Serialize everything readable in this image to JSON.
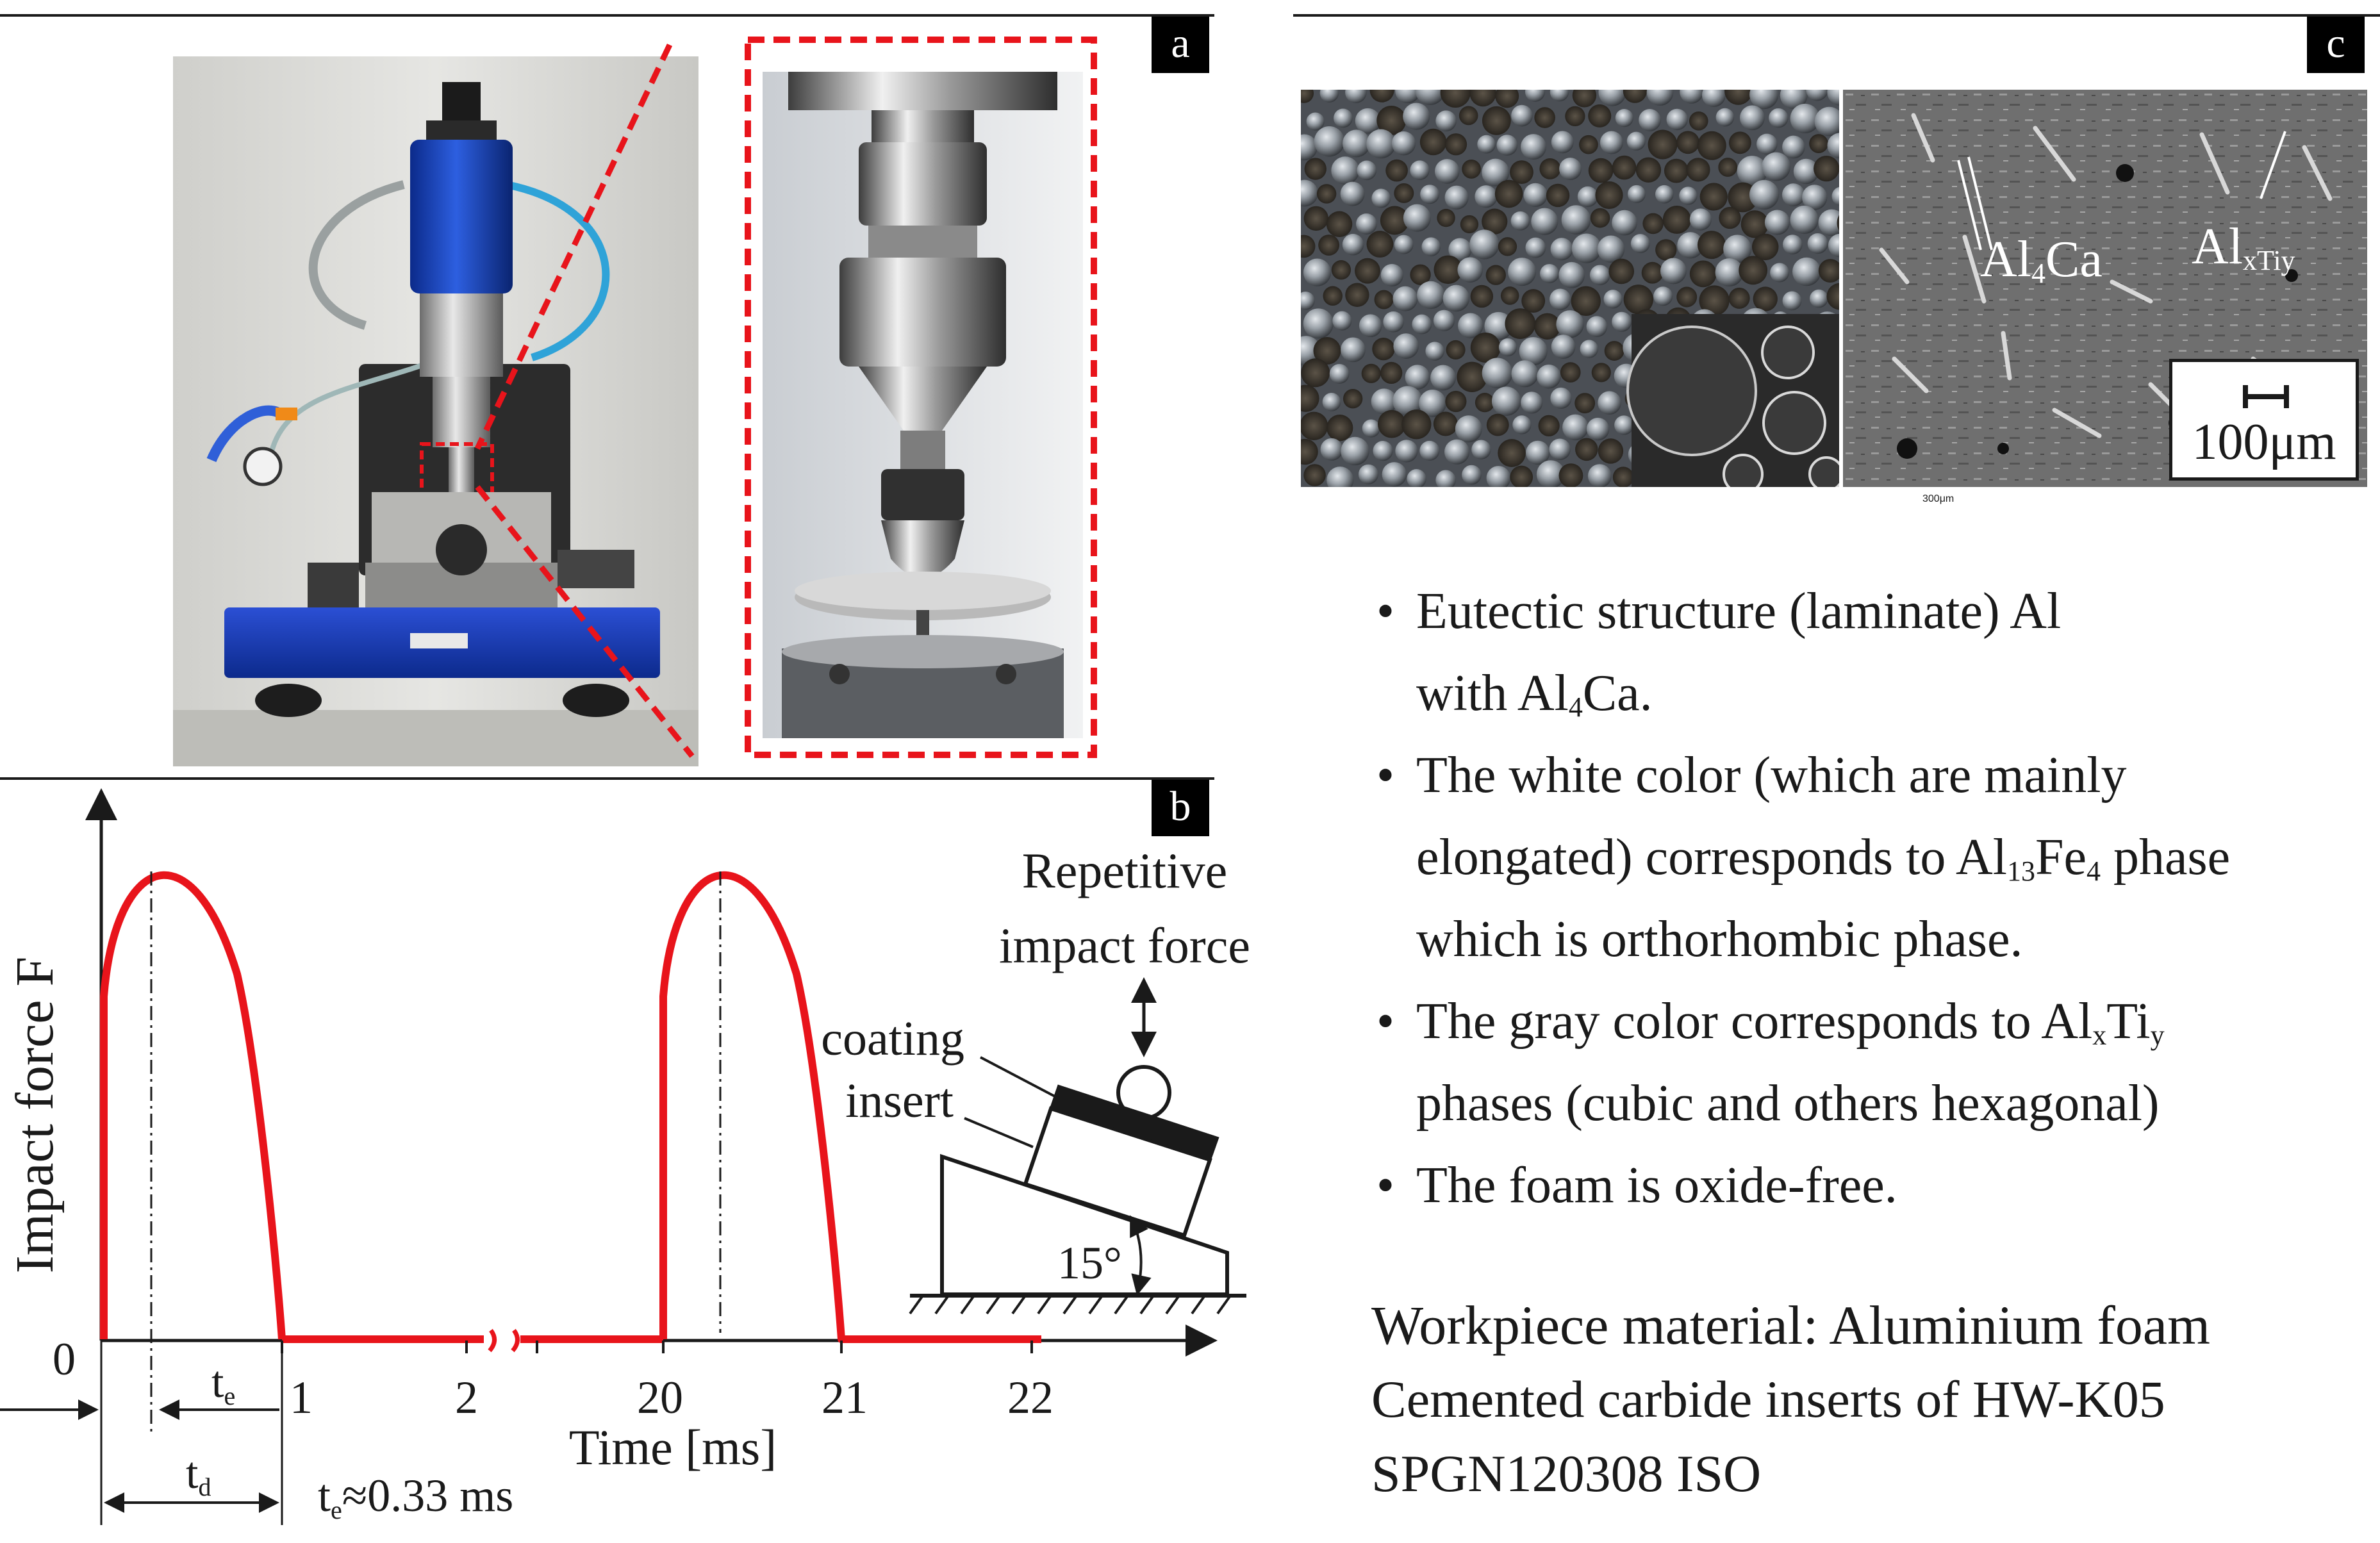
{
  "panel_a": {
    "tag": "a"
  },
  "panel_b": {
    "tag": "b",
    "ylabel": "Impact force F",
    "xlabel": "Time [ms]",
    "origin_label": "0",
    "x_ticks": [
      "1",
      "2",
      "20",
      "21",
      "22"
    ],
    "te_symbol": "t",
    "te_sub": "e",
    "td_symbol": "t",
    "td_sub": "d",
    "te_value_symbol": "t",
    "te_value_sub": "e",
    "te_value_text": "≈0.33 ms",
    "inset": {
      "title_line1": "Repetitive",
      "title_line2": "impact force",
      "coating_label": "coating",
      "insert_label": "insert",
      "angle_label": "15°"
    },
    "colors": {
      "pulse": "#e8141b"
    }
  },
  "panel_c": {
    "tag": "c",
    "sem_labels": [
      {
        "base": "Al",
        "sub": "4",
        "rest": "Ca"
      },
      {
        "base": "Al",
        "sub": "xTiy",
        "rest": ""
      }
    ],
    "scale_bar_label": "100μm",
    "micro_scale_label": "300μm",
    "bullets": [
      [
        {
          "t": "Eutectic structure (laminate) Al"
        },
        {
          "br": true
        },
        {
          "t": "with Al"
        },
        {
          "sub": "4"
        },
        {
          "t": "Ca."
        }
      ],
      [
        {
          "t": "The white color (which are mainly"
        },
        {
          "br": true
        },
        {
          "t": "elongated) corresponds to Al"
        },
        {
          "sub": "13"
        },
        {
          "t": "Fe"
        },
        {
          "sub": "4"
        },
        {
          "t": " phase"
        },
        {
          "br": true
        },
        {
          "t": "which is orthorhombic phase."
        }
      ],
      [
        {
          "t": "The gray color corresponds to Al"
        },
        {
          "sub": "x"
        },
        {
          "t": "Ti"
        },
        {
          "sub": "y"
        },
        {
          "br": true
        },
        {
          "t": "phases (cubic and others hexagonal)"
        }
      ],
      [
        {
          "t": "The foam is oxide-free."
        }
      ]
    ],
    "workpiece_line": "Workpiece material: Aluminium foam",
    "insert_line1": "Cemented carbide inserts of HW-K05",
    "insert_line2": "SPGN120308 ISO"
  }
}
